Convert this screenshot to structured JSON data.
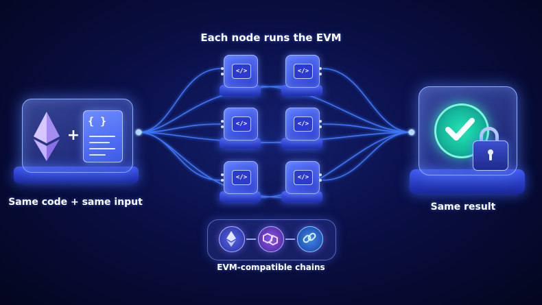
{
  "diagram": {
    "title": "Each node runs the EVM",
    "left_caption": "Same code + same input",
    "plus_symbol": "+",
    "code_braces": "{ }",
    "node_chip_symbol": "</>",
    "node_count": 6,
    "right_caption": "Same result",
    "chains_caption": "EVM-compatible chains",
    "chain_icons": [
      "ethereum-icon",
      "polygon-icon",
      "chainlink-icon"
    ],
    "colors": {
      "background": "#0a0f46",
      "wire": "#3f7bff",
      "accent": "#5b7bff",
      "success": "#22e6b7"
    }
  }
}
